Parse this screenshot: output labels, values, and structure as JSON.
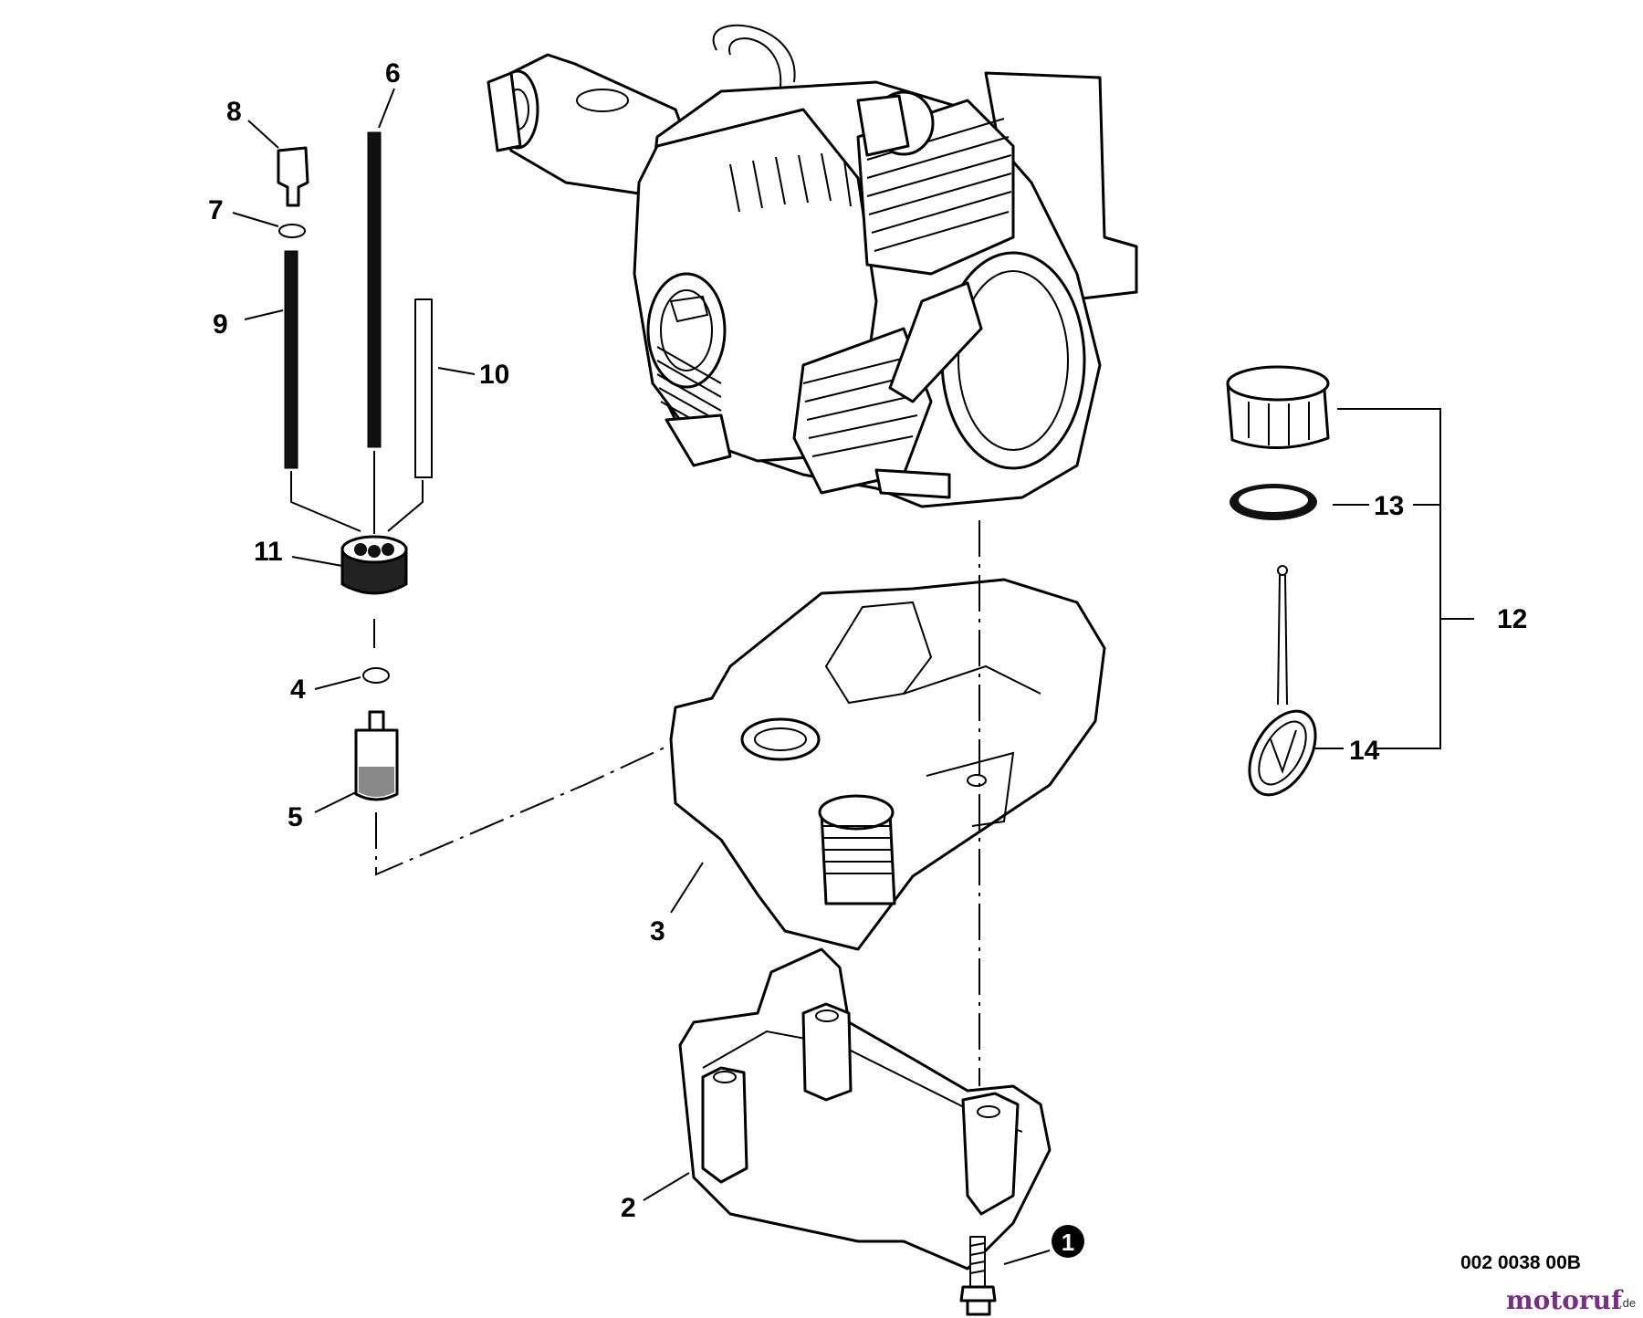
{
  "callouts": {
    "c1": "1",
    "c2": "2",
    "c3": "3",
    "c4": "4",
    "c5": "5",
    "c6": "6",
    "c7": "7",
    "c8": "8",
    "c9": "9",
    "c10": "10",
    "c11": "11",
    "c12": "12",
    "c13": "13",
    "c14": "14"
  },
  "drawing_code": "002 0038 00B",
  "watermark": {
    "brand": "motoruf",
    "tld": ".de"
  }
}
